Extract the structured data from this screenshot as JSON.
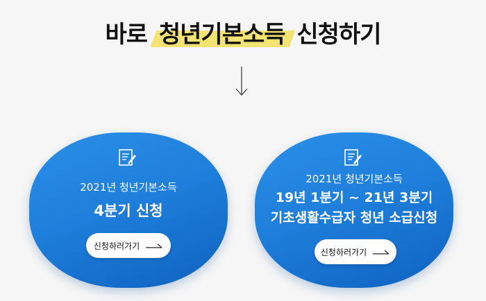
{
  "headline": {
    "prefix": "바로",
    "highlight": "청년기본소득",
    "suffix": "신청하기",
    "highlight_color": "#f2e373"
  },
  "cards": [
    {
      "icon": "edit-document-icon",
      "line1": "2021년 청년기본소득",
      "line2": "4분기 신청",
      "button_label": "신청하러가기"
    },
    {
      "icon": "edit-document-icon",
      "line1": "2021년 청년기본소득",
      "line2": "19년 1분기 ~ 21년 3분기",
      "line3": "기초생활수급자 청년 소급신청",
      "button_label": "신청하러가기"
    }
  ],
  "colors": {
    "background": "#f6f6f6",
    "card_blue": "#1f7fdc",
    "card_blue_dark": "#0f62bf"
  }
}
